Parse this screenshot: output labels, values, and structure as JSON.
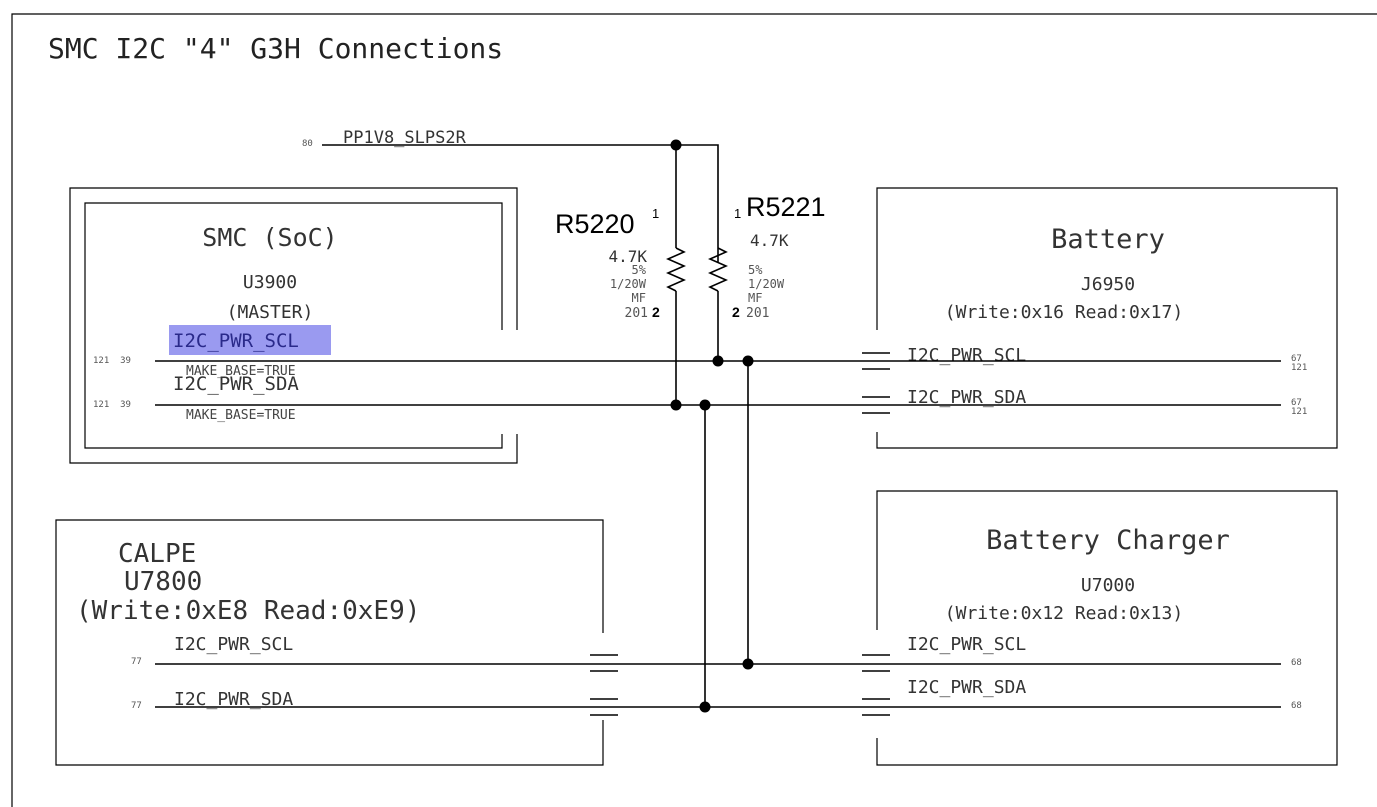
{
  "title": "SMC I2C \"4\" G3H Connections",
  "supply": {
    "page_ref": "80",
    "net": "PP1V8_SLPS2R"
  },
  "resistors": [
    {
      "ref": "R5220",
      "pin1": "1",
      "pin2": "2",
      "value": "4.7K",
      "tol": "5%",
      "power": "1/20W",
      "type": "MF",
      "pkg": "201"
    },
    {
      "ref": "R5221",
      "pin1": "1",
      "pin2": "2",
      "value": "4.7K",
      "tol": "5%",
      "power": "1/20W",
      "type": "MF",
      "pkg": "201"
    }
  ],
  "smc": {
    "name": "SMC (SoC)",
    "ref": "U3900",
    "role": "(MASTER)",
    "scl_label": "I2C_PWR_SCL",
    "sda_label": "I2C_PWR_SDA",
    "scl_prop": "MAKE_BASE=TRUE",
    "sda_prop": "MAKE_BASE=TRUE",
    "scl_refs": "121  39",
    "sda_refs": "121  39"
  },
  "battery": {
    "name": "Battery",
    "ref": "J6950",
    "addr": "(Write:0x16 Read:0x17)",
    "scl_label": "I2C_PWR_SCL",
    "sda_label": "I2C_PWR_SDA",
    "scl_ref_a": "67",
    "scl_ref_b": "121",
    "sda_ref_a": "67",
    "sda_ref_b": "121"
  },
  "calpe": {
    "name": "CALPE",
    "ref": "U7800",
    "addr": "(Write:0xE8 Read:0xE9)",
    "scl_label": "I2C_PWR_SCL",
    "sda_label": "I2C_PWR_SDA",
    "scl_ref": "77",
    "sda_ref": "77"
  },
  "charger": {
    "name": "Battery Charger",
    "ref": "U7000",
    "addr": "(Write:0x12 Read:0x13)",
    "scl_label": "I2C_PWR_SCL",
    "sda_label": "I2C_PWR_SDA",
    "scl_ref": "68",
    "sda_ref": "68"
  },
  "colors": {
    "highlight": "#9a9af0",
    "wire": "#000000",
    "text_ref": "#555555"
  }
}
